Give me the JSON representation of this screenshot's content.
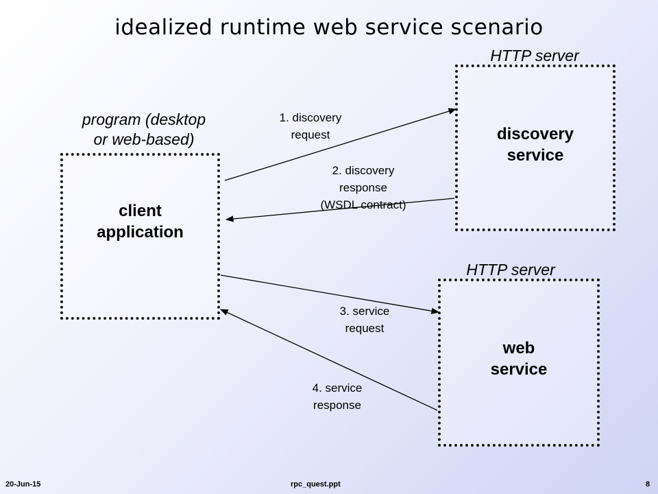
{
  "title": "idealized runtime web service scenario",
  "client": {
    "label": "client\napplication",
    "caption": "program (desktop\nor web-based)"
  },
  "discovery": {
    "label": "discovery\nservice",
    "caption": "HTTP server"
  },
  "webservice": {
    "label": "web\nservice",
    "caption": "HTTP server"
  },
  "arrows": {
    "a1": "1. discovery\nrequest",
    "a2": "2. discovery\nresponse\n(WSDL contract)",
    "a3": "3. service\nrequest",
    "a4": "4. service\nresponse"
  },
  "footer": {
    "date": "20-Jun-15",
    "file": "rpc_quest.ppt",
    "page": "8"
  }
}
